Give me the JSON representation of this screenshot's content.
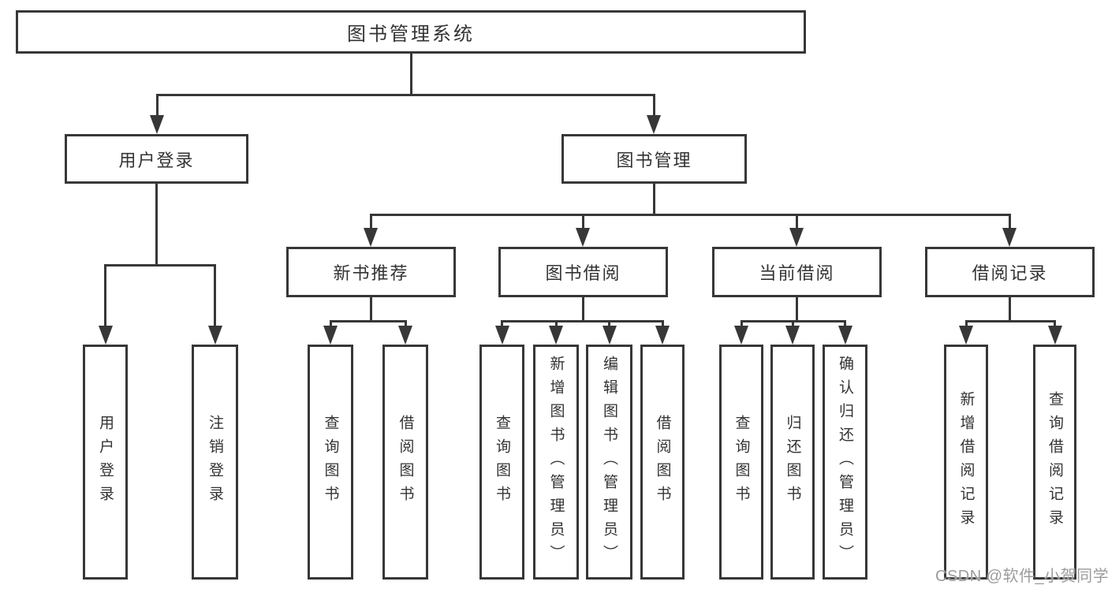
{
  "tree": {
    "root": {
      "label": "图书管理系统"
    },
    "children": [
      {
        "label": "用户登录",
        "children": [
          {
            "label": "用户登录"
          },
          {
            "label": "注销登录"
          }
        ]
      },
      {
        "label": "图书管理",
        "children": [
          {
            "label": "新书推荐",
            "children": [
              {
                "label": "查询图书"
              },
              {
                "label": "借阅图书"
              }
            ]
          },
          {
            "label": "图书借阅",
            "children": [
              {
                "label": "查询图书"
              },
              {
                "label": "新增图书（管理员）"
              },
              {
                "label": "编辑图书（管理员）"
              },
              {
                "label": "借阅图书"
              }
            ]
          },
          {
            "label": "当前借阅",
            "children": [
              {
                "label": "查询图书"
              },
              {
                "label": "归还图书"
              },
              {
                "label": "确认归还（管理员）"
              }
            ]
          },
          {
            "label": "借阅记录",
            "children": [
              {
                "label": "新增借阅记录"
              },
              {
                "label": "查询借阅记录"
              }
            ]
          }
        ]
      }
    ]
  },
  "watermark": {
    "text": "CSDN @软件_小贺同学"
  },
  "colors": {
    "line": "#373737",
    "text": "#333333",
    "watermark": "#9c9c9c",
    "background": "#ffffff"
  }
}
